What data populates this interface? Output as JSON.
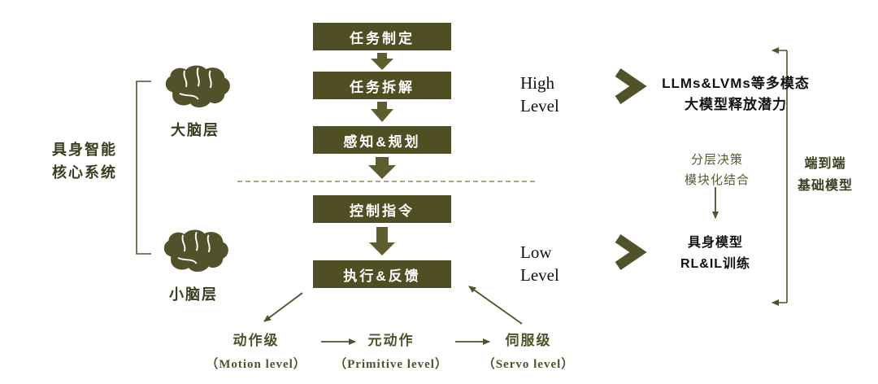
{
  "colors": {
    "box_olive": "#4f4f23",
    "arrow_olive": "#5d5d2e",
    "line_olive": "#51512a",
    "dashed_olive": "#8a8a5a",
    "text_black": "#111111",
    "text_white": "#ffffff"
  },
  "flow": {
    "boxes": [
      {
        "label": "任务制定"
      },
      {
        "label": "任务拆解"
      },
      {
        "label": "感知&规划"
      },
      {
        "label": "控制指令"
      },
      {
        "label": "执行&反馈"
      }
    ]
  },
  "left": {
    "system_label_line1": "具身智能",
    "system_label_line2": "核心系统",
    "brain_top_label": "大脑层",
    "brain_bottom_label": "小脑层"
  },
  "right": {
    "high_level": {
      "line1": "High",
      "line2": "Level"
    },
    "low_level": {
      "line1": "Low",
      "line2": "Level"
    },
    "llm": {
      "line1": "LLMs&LVMs等多模态",
      "line2": "大模型释放潜力"
    },
    "hierarchy": {
      "line1": "分层决策",
      "line2": "模块化结合"
    },
    "embodied": {
      "line1": "具身模型",
      "line2": "RL&IL训练"
    },
    "end_to_end": {
      "line1": "端到端",
      "line2": "基础模型"
    }
  },
  "bottom": {
    "levels": [
      {
        "cn": "动作级",
        "en": "（Motion level）"
      },
      {
        "cn": "元动作",
        "en": "（Primitive level）"
      },
      {
        "cn": "伺服级",
        "en": "（Servo level）"
      }
    ]
  }
}
